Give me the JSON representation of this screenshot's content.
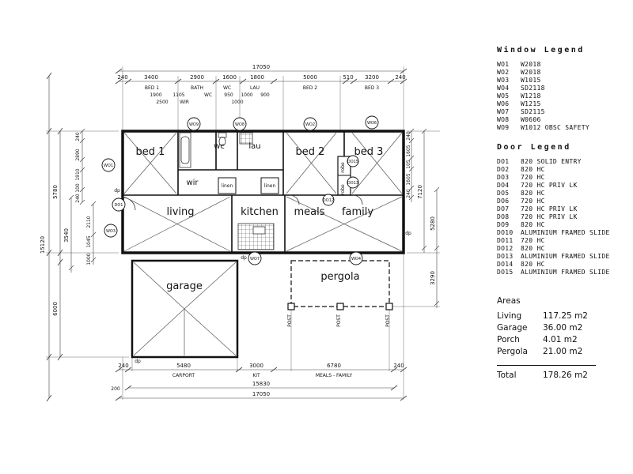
{
  "window_legend": {
    "title": "Window Legend",
    "items": [
      {
        "tag": "WO1",
        "desc": "W2018"
      },
      {
        "tag": "WO2",
        "desc": "W2018"
      },
      {
        "tag": "WO3",
        "desc": "W1015"
      },
      {
        "tag": "WO4",
        "desc": "SD2118"
      },
      {
        "tag": "WO5",
        "desc": "W1218"
      },
      {
        "tag": "WO6",
        "desc": "W1215"
      },
      {
        "tag": "WO7",
        "desc": "SD2115"
      },
      {
        "tag": "WO8",
        "desc": "W0606"
      },
      {
        "tag": "WO9",
        "desc": "W1012 OBSC SAFETY"
      }
    ]
  },
  "door_legend": {
    "title": "Door Legend",
    "items": [
      {
        "tag": "DO1",
        "desc": "820 SOLID ENTRY"
      },
      {
        "tag": "DO2",
        "desc": "820 HC"
      },
      {
        "tag": "DO3",
        "desc": "720 HC"
      },
      {
        "tag": "DO4",
        "desc": "720 HC PRIV LK"
      },
      {
        "tag": "DO5",
        "desc": "820 HC"
      },
      {
        "tag": "DO6",
        "desc": "720 HC"
      },
      {
        "tag": "DO7",
        "desc": "720 HC PRIV LK"
      },
      {
        "tag": "DO8",
        "desc": "720 HC PRIV LK"
      },
      {
        "tag": "DO9",
        "desc": "820 HC"
      },
      {
        "tag": "DO10",
        "desc": "ALUMINIUM FRAMED SLIDE"
      },
      {
        "tag": "DO11",
        "desc": "720 HC"
      },
      {
        "tag": "DO12",
        "desc": "820 HC"
      },
      {
        "tag": "DO13",
        "desc": "ALUMINIUM FRAMED SLIDE"
      },
      {
        "tag": "DO14",
        "desc": "820 HC"
      },
      {
        "tag": "DO15",
        "desc": "ALUMINIUM FRAMED SLIDE"
      }
    ]
  },
  "areas": {
    "title": "Areas",
    "rows": [
      {
        "label": "Living",
        "value": "117.25 m2"
      },
      {
        "label": "Garage",
        "value": "36.00 m2"
      },
      {
        "label": "Porch",
        "value": "4.01 m2"
      },
      {
        "label": "Pergola",
        "value": "21.00 m2"
      }
    ],
    "total": {
      "label": "Total",
      "value": "178.26 m2"
    }
  },
  "plan": {
    "rooms": [
      "bed 1",
      "wc",
      "lau",
      "bed 2",
      "bed 3",
      "wir",
      "living",
      "kitchen",
      "meals",
      "family",
      "garage",
      "pergola"
    ],
    "fixtures": [
      "linen",
      "linen",
      "robe",
      "robe",
      "POST",
      "POST",
      "POST",
      "dp",
      "dp",
      "dp",
      "dp"
    ],
    "tags": [
      "WO1",
      "DO1",
      "WO3",
      "WO9",
      "WO8",
      "WO2",
      "WO6",
      "WO7",
      "WO4",
      "DO15",
      "DO13",
      "DO12"
    ],
    "dims": {
      "top_overall": "17050",
      "top_row": [
        "240",
        "3400",
        "2900",
        "1600",
        "1800",
        "5000",
        "510",
        "3200",
        "240"
      ],
      "top_names": [
        "BED 1",
        "BATH",
        "WC",
        "LAU",
        "BED 2",
        "BED 3"
      ],
      "top_minor": [
        "1900",
        "1105",
        "950",
        "1000",
        "900",
        "2500",
        "1000"
      ],
      "minor_names": [
        "WC",
        "WIR"
      ],
      "left_overall": "15120",
      "left_row": [
        "5780",
        "3540",
        "6000"
      ],
      "left_minor": [
        "240",
        "2890",
        "1910",
        "100",
        "240",
        "2110",
        "1045",
        "1000"
      ],
      "right_row": [
        "240",
        "1605",
        "105",
        "1605",
        "240",
        "7120",
        "5280",
        "3290"
      ],
      "bottom_row": [
        "240",
        "5480",
        "3000",
        "6780",
        "240"
      ],
      "bottom_names": [
        "CARPORT",
        "KIT",
        "MEALS - FAMILY"
      ],
      "bottom_inner": "15830",
      "bottom_offset": "200",
      "bottom_overall": "17050"
    }
  }
}
